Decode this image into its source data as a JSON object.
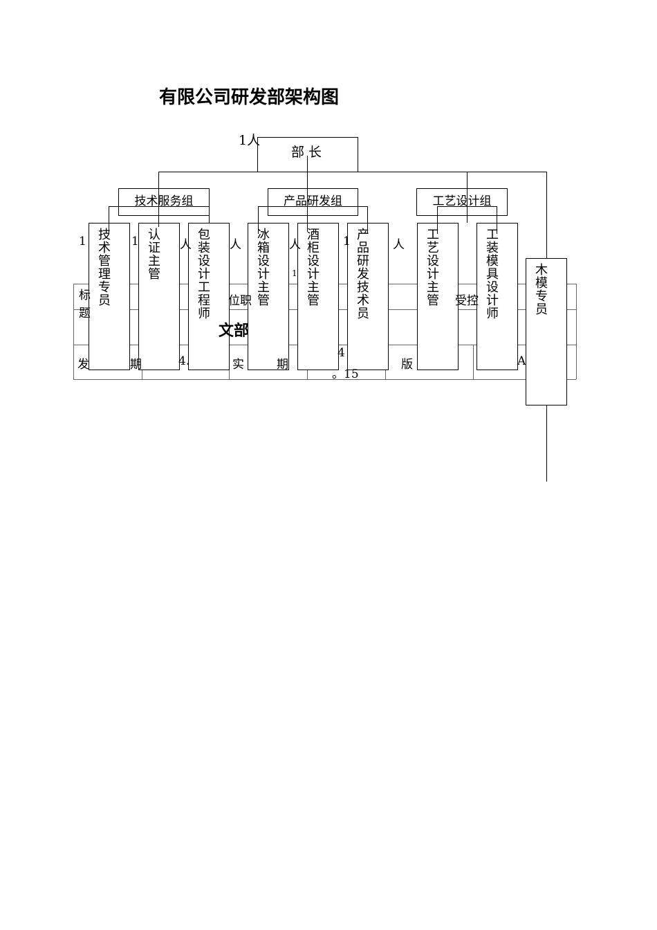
{
  "title": "有限公司研发部架构图",
  "head": {
    "count": "1人",
    "label": "部 长"
  },
  "groups": [
    "技术服务组",
    "产品研发组",
    "工艺设计组"
  ],
  "positions": [
    "技术管理专员",
    "认证主管",
    "包装设计工程师",
    "冰箱设计主管",
    "酒柜设计主管",
    "产品研发技术员",
    "工艺设计主管",
    "工装模具设计师",
    "木模专员"
  ],
  "counts": [
    "1",
    "1",
    "人",
    "人",
    "人",
    "1",
    "人",
    "1"
  ],
  "table_fragments": {
    "r1c1": "标",
    "r1c1b": "题",
    "r1c2": "位职",
    "r1c3": "受控",
    "r2": "文部",
    "r3c1": "发",
    "r3c1b": "期",
    "r3c2": "4.",
    "r3c3": "实",
    "r3c3b": "期",
    "r3c4": "4",
    "r3c4b": "。15",
    "r3c5": "版",
    "r3c6": "A"
  }
}
